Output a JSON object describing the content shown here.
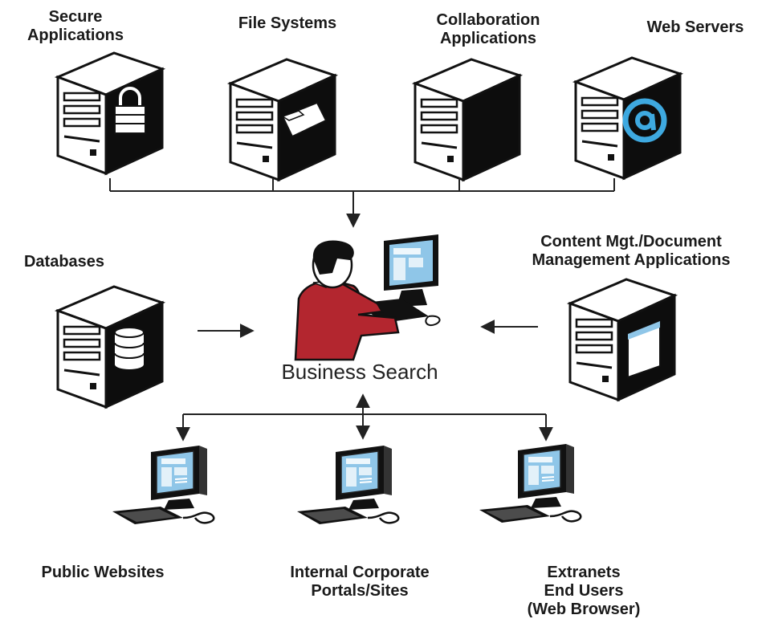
{
  "sources": {
    "secure_applications": {
      "lines": [
        "Secure",
        "Applications"
      ],
      "icon": "lock-icon"
    },
    "file_systems": {
      "lines": [
        "File Systems"
      ],
      "icon": "folder-icon"
    },
    "collaboration_applications": {
      "lines": [
        "Collaboration",
        "Applications"
      ],
      "icon": ""
    },
    "web_servers": {
      "lines": [
        "Web Servers"
      ],
      "icon": "at-sign-icon"
    },
    "databases": {
      "lines": [
        "Databases"
      ],
      "icon": "database-icon"
    },
    "content_management": {
      "lines": [
        "Content Mgt./Document",
        "Management Applications"
      ],
      "icon": "document-window-icon"
    }
  },
  "center": {
    "label": "Business Search"
  },
  "outputs": {
    "public_websites": {
      "lines": [
        "Public Websites"
      ]
    },
    "internal_portals": {
      "lines": [
        "Internal Corporate",
        "Portals/Sites"
      ]
    },
    "extranets": {
      "lines": [
        "Extranets",
        "End Users",
        "(Web Browser)"
      ]
    }
  },
  "colors": {
    "server_front": "#ffffff",
    "server_side": "#0d0d0d",
    "screen": "#8fc6e8",
    "accent_at": "#3ea9e0",
    "shirt": "#b3262f",
    "line": "#222222"
  }
}
